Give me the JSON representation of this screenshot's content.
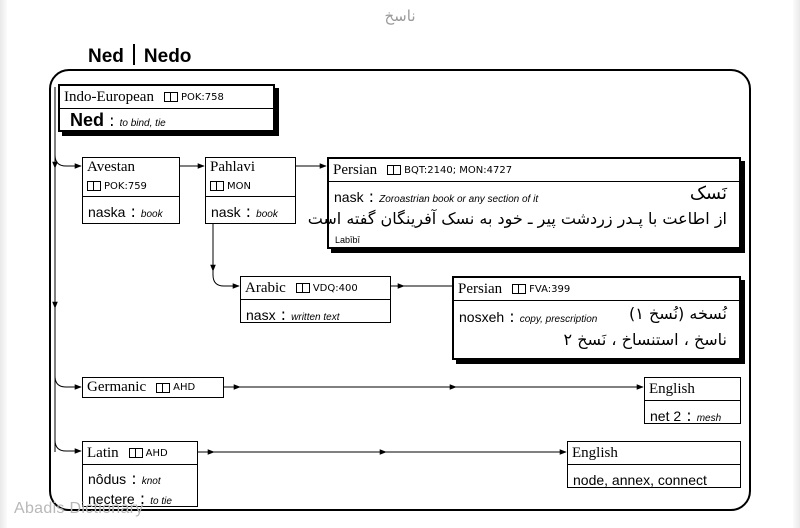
{
  "page": {
    "top_word": "ناسخ",
    "root_title": "Ned",
    "root_alt": "Nedo",
    "watermark": "Abadis Dictionary"
  },
  "boxes": {
    "indo": {
      "lang": "Indo-European",
      "source": "POK:758",
      "word": "Ned",
      "gloss": "to bind, tie"
    },
    "avestan": {
      "lang": "Avestan",
      "source": "POK:759",
      "word": "naska",
      "gloss": "book"
    },
    "pahlavi": {
      "lang": "Pahlavi",
      "source": "MON",
      "word": "nask",
      "gloss": "book"
    },
    "persian1": {
      "lang": "Persian",
      "source": "BQT:2140; MON:4727",
      "word": "nask",
      "gloss": "Zoroastrian book or any section of it",
      "persian_word": "نَسک",
      "persian_line": "از اطاعت با پـدر زردشت پیر ـ خود به نسک آفرینگان گفته است",
      "credit": "Labībī"
    },
    "arabic": {
      "lang": "Arabic",
      "source": "VDQ:400",
      "word": "nasx",
      "gloss": "written text"
    },
    "persian2": {
      "lang": "Persian",
      "source": "FVA:399",
      "word": "nosxeh",
      "gloss": "copy, prescription",
      "persian_word": "نُسخه (نُسخ ۱)",
      "persian_line": "ناسخ ، استنساخ ، نَسخ ۲"
    },
    "germanic": {
      "lang": "Germanic",
      "source": "AHD"
    },
    "english1": {
      "lang": "English",
      "word": "net 2",
      "gloss": "mesh"
    },
    "latin": {
      "lang": "Latin",
      "source": "AHD",
      "word1": "nôdus",
      "gloss1": "knot",
      "word2": "nectere",
      "gloss2": "to tie"
    },
    "english2": {
      "lang": "English",
      "word": "node, annex, connect"
    }
  }
}
